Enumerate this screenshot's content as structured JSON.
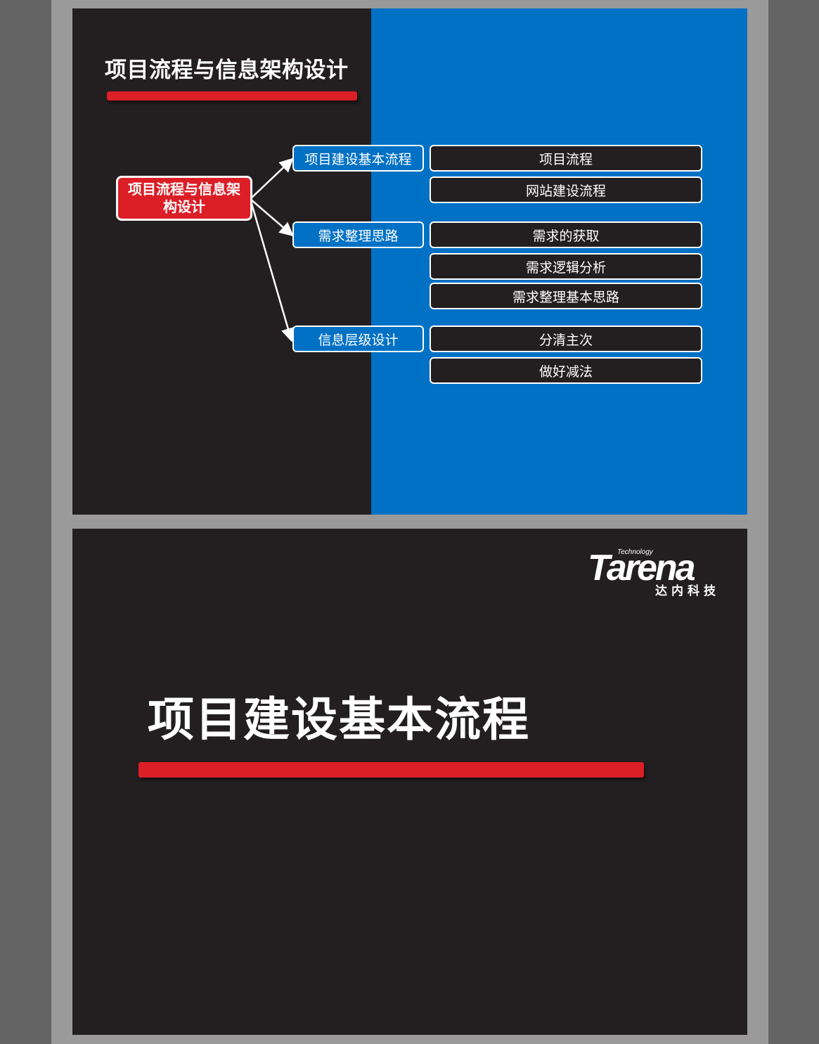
{
  "slide1": {
    "title": "项目流程与信息架构设计",
    "root": "项目流程与信息架构设计",
    "branches": [
      {
        "label": "项目建设基本流程",
        "items": [
          "项目流程",
          "网站建设流程"
        ]
      },
      {
        "label": "需求整理思路",
        "items": [
          "需求的获取",
          "需求逻辑分析",
          "需求整理基本思路"
        ]
      },
      {
        "label": "信息层级设计",
        "items": [
          "分清主次",
          "做好减法"
        ]
      }
    ]
  },
  "slide2": {
    "logo": {
      "tag": "Technology",
      "word": "Tarena",
      "cn": "达内科技"
    },
    "title": "项目建设基本流程"
  },
  "colors": {
    "dark": "#231f20",
    "blue": "#0071c5",
    "red": "#dc1e26",
    "frame": "#9a9a9a"
  }
}
